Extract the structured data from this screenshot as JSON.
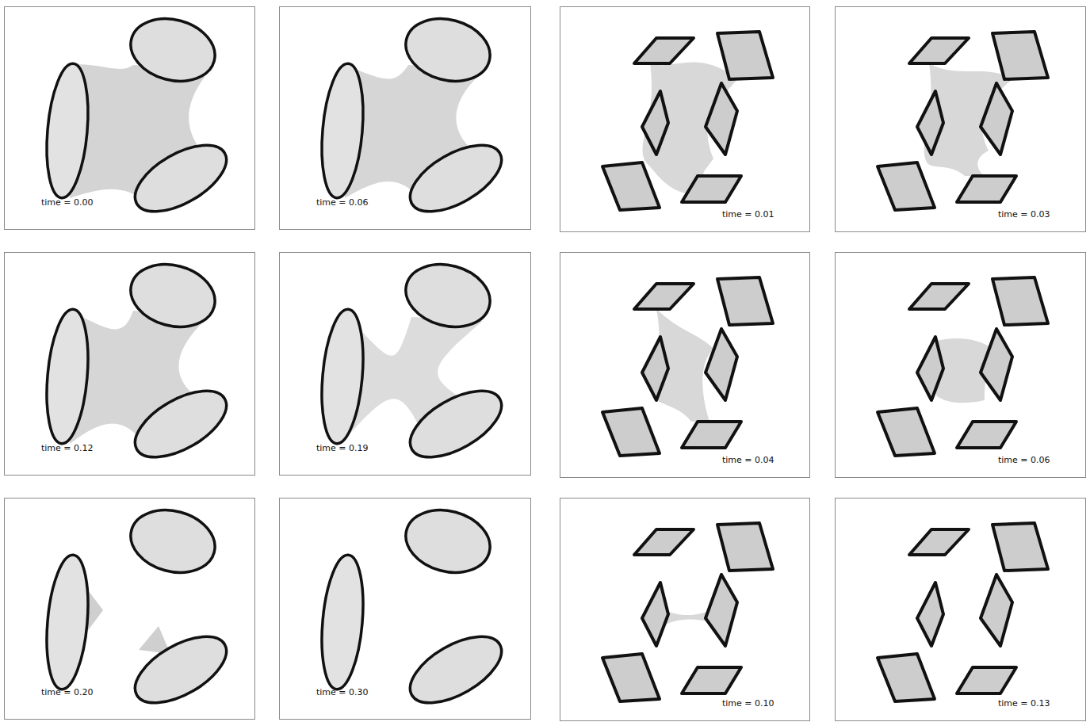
{
  "diagram": {
    "nodes": [
      {
        "text": [
          "time = 0.00"
        ]
      },
      {
        "text": [
          "time = 0.06"
        ]
      },
      {
        "text": [
          "time = 0.01"
        ]
      },
      {
        "text": [
          "time = 0.03"
        ]
      },
      {
        "text": [
          "time = 0.12"
        ]
      },
      {
        "text": [
          "time = 0.19"
        ]
      },
      {
        "text": [
          "time = 0.04"
        ]
      },
      {
        "text": [
          "time = 0.06"
        ]
      },
      {
        "text": [
          "time = 0.20"
        ]
      },
      {
        "text": [
          "time = 0.30"
        ]
      },
      {
        "text": [
          "time = 0.10"
        ]
      },
      {
        "text": [
          "time = 0.13"
        ]
      }
    ]
  }
}
